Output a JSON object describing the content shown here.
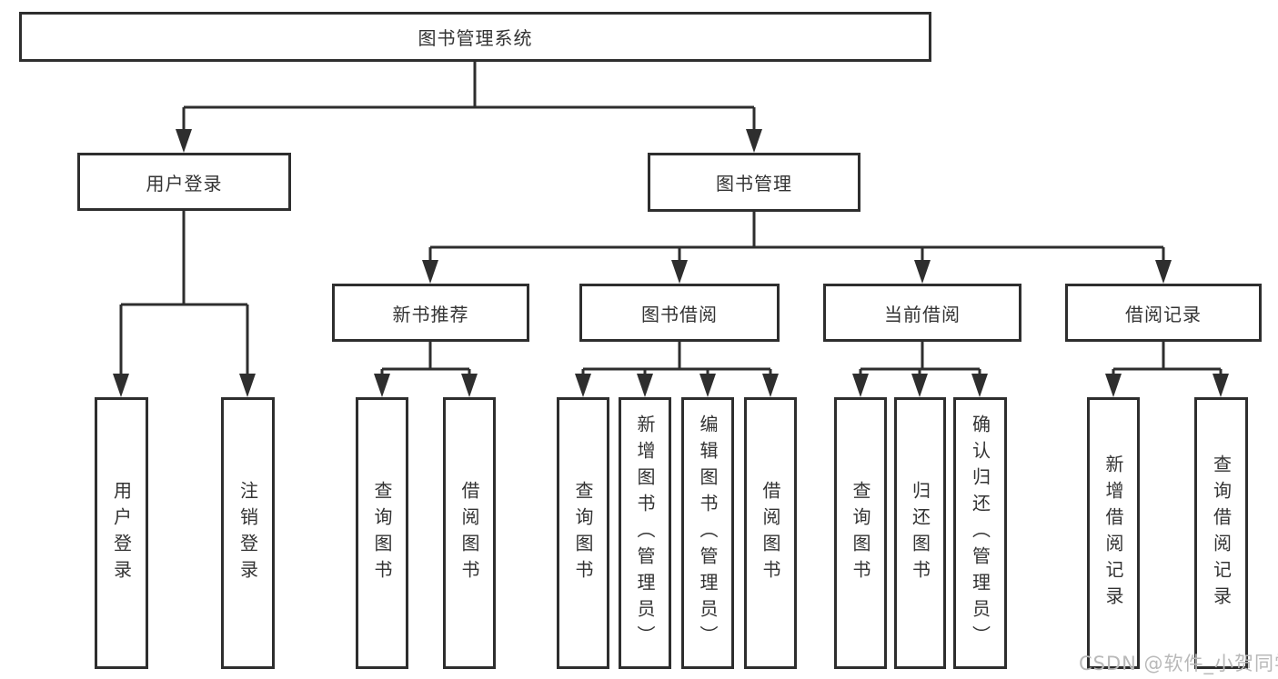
{
  "tree": {
    "label": "图书管理系统",
    "children": [
      {
        "label": "用户登录",
        "children": [
          {
            "label": "用户登录"
          },
          {
            "label": "注销登录"
          }
        ]
      },
      {
        "label": "图书管理",
        "children": [
          {
            "label": "新书推荐",
            "children": [
              {
                "label": "查询图书"
              },
              {
                "label": "借阅图书"
              }
            ]
          },
          {
            "label": "图书借阅",
            "children": [
              {
                "label": "查询图书"
              },
              {
                "label": "新增图书（管理员）"
              },
              {
                "label": "编辑图书（管理员）"
              },
              {
                "label": "借阅图书"
              }
            ]
          },
          {
            "label": "当前借阅",
            "children": [
              {
                "label": "查询图书"
              },
              {
                "label": "归还图书"
              },
              {
                "label": "确认归还（管理员）"
              }
            ]
          },
          {
            "label": "借阅记录",
            "children": [
              {
                "label": "新增借阅记录"
              },
              {
                "label": "查询借阅记录"
              }
            ]
          }
        ]
      }
    ]
  },
  "watermark": "CSDN @软件_小贺同学",
  "colors": {
    "line": "#2e2e2e",
    "text": "#333333",
    "watermark": "#b9b9b9",
    "background": "#ffffff"
  }
}
